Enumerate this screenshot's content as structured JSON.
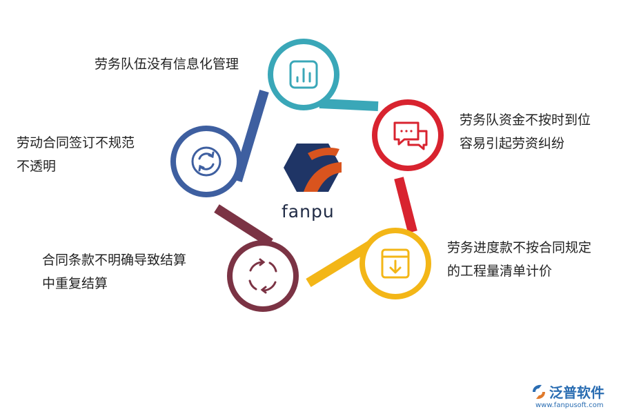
{
  "nodes": [
    {
      "id": "teal",
      "color": "#3aa7b8",
      "icon": "bar-chart-icon",
      "lines": [
        "劳务队伍没有信息化管理"
      ]
    },
    {
      "id": "red",
      "color": "#d8232f",
      "icon": "chat-bubbles-icon",
      "lines": [
        "劳务队资金不按时到位",
        "容易引起劳资纠纷"
      ]
    },
    {
      "id": "yellow",
      "color": "#f3b617",
      "icon": "download-box-icon",
      "lines": [
        "劳务进度款不按合同规定",
        "的工程量清单计价"
      ]
    },
    {
      "id": "maroon",
      "color": "#7b3344",
      "icon": "cycle-arrows-icon",
      "lines": [
        "合同条款不明确导致结算",
        "中重复结算"
      ]
    },
    {
      "id": "blue",
      "color": "#3e5fa0",
      "icon": "refresh-icon",
      "lines": [
        "劳动合同签订不规范",
        "不透明"
      ]
    }
  ],
  "center": {
    "brand": "fanpu",
    "logo_colors": [
      "#1f3566",
      "#d9541e"
    ]
  },
  "watermark": {
    "name": "泛普软件",
    "url": "www.fanpusoft.com",
    "color": "#2a6db2"
  }
}
